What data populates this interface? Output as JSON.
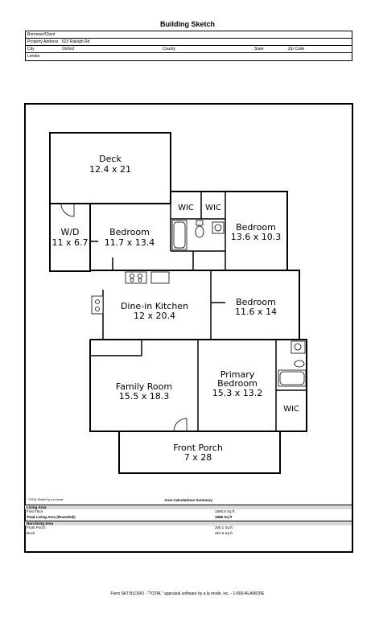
{
  "header": {
    "title": "Building Sketch"
  },
  "info": {
    "borrower_label": "Borrower/Client",
    "address_label": "Property Address",
    "address_value": "623 Raleigh Rd",
    "city_label": "City",
    "city_value": "Oxford",
    "county_label": "County",
    "state_label": "State",
    "zip_label": "Zip Code",
    "lender_label": "Lender"
  },
  "rooms": {
    "deck": {
      "name": "Deck",
      "dims": "12.4 x 21"
    },
    "wd": {
      "name": "W/D",
      "dims": "11 x 6.7"
    },
    "bedroom1": {
      "name": "Bedroom",
      "dims": "11.7 x 13.4"
    },
    "wic1": {
      "name": "WIC"
    },
    "wic2": {
      "name": "WIC"
    },
    "bedroom2": {
      "name": "Bedroom",
      "dims": "13.6 x 10.3"
    },
    "kitchen": {
      "name": "Dine-in Kitchen",
      "dims": "12 x 20.4"
    },
    "bedroom3": {
      "name": "Bedroom",
      "dims": "11.6 x 14"
    },
    "family": {
      "name": "Family Room",
      "dims": "15.5 x 18.3"
    },
    "primary": {
      "name1": "Primary",
      "name2": "Bedroom",
      "dims": "15.3 x 13.2"
    },
    "wic3": {
      "name": "WIC"
    },
    "porch": {
      "name": "Front Porch",
      "dims": "7 x 28"
    }
  },
  "summary": {
    "note": "TOTAL Sketch by a la mode",
    "title": "Area Calculations Summary",
    "living_header": "Living Area",
    "first_floor_label": "First Floor",
    "first_floor_value": "1585.8 Sq ft",
    "total_label": "Total Living Area (Rounded):",
    "total_value": "1586 Sq ft",
    "nonliving_header": "Non-living Area",
    "porch_label": "Front Porch",
    "porch_value": "205.1 Sq ft",
    "deck_label": "Deck",
    "deck_value": "261.6 Sq ft"
  },
  "footer": {
    "text": "Form SKT.BLDSKI - \"TOTAL\" appraisal software by a la mode, inc. - 1-800-ALAMODE"
  }
}
